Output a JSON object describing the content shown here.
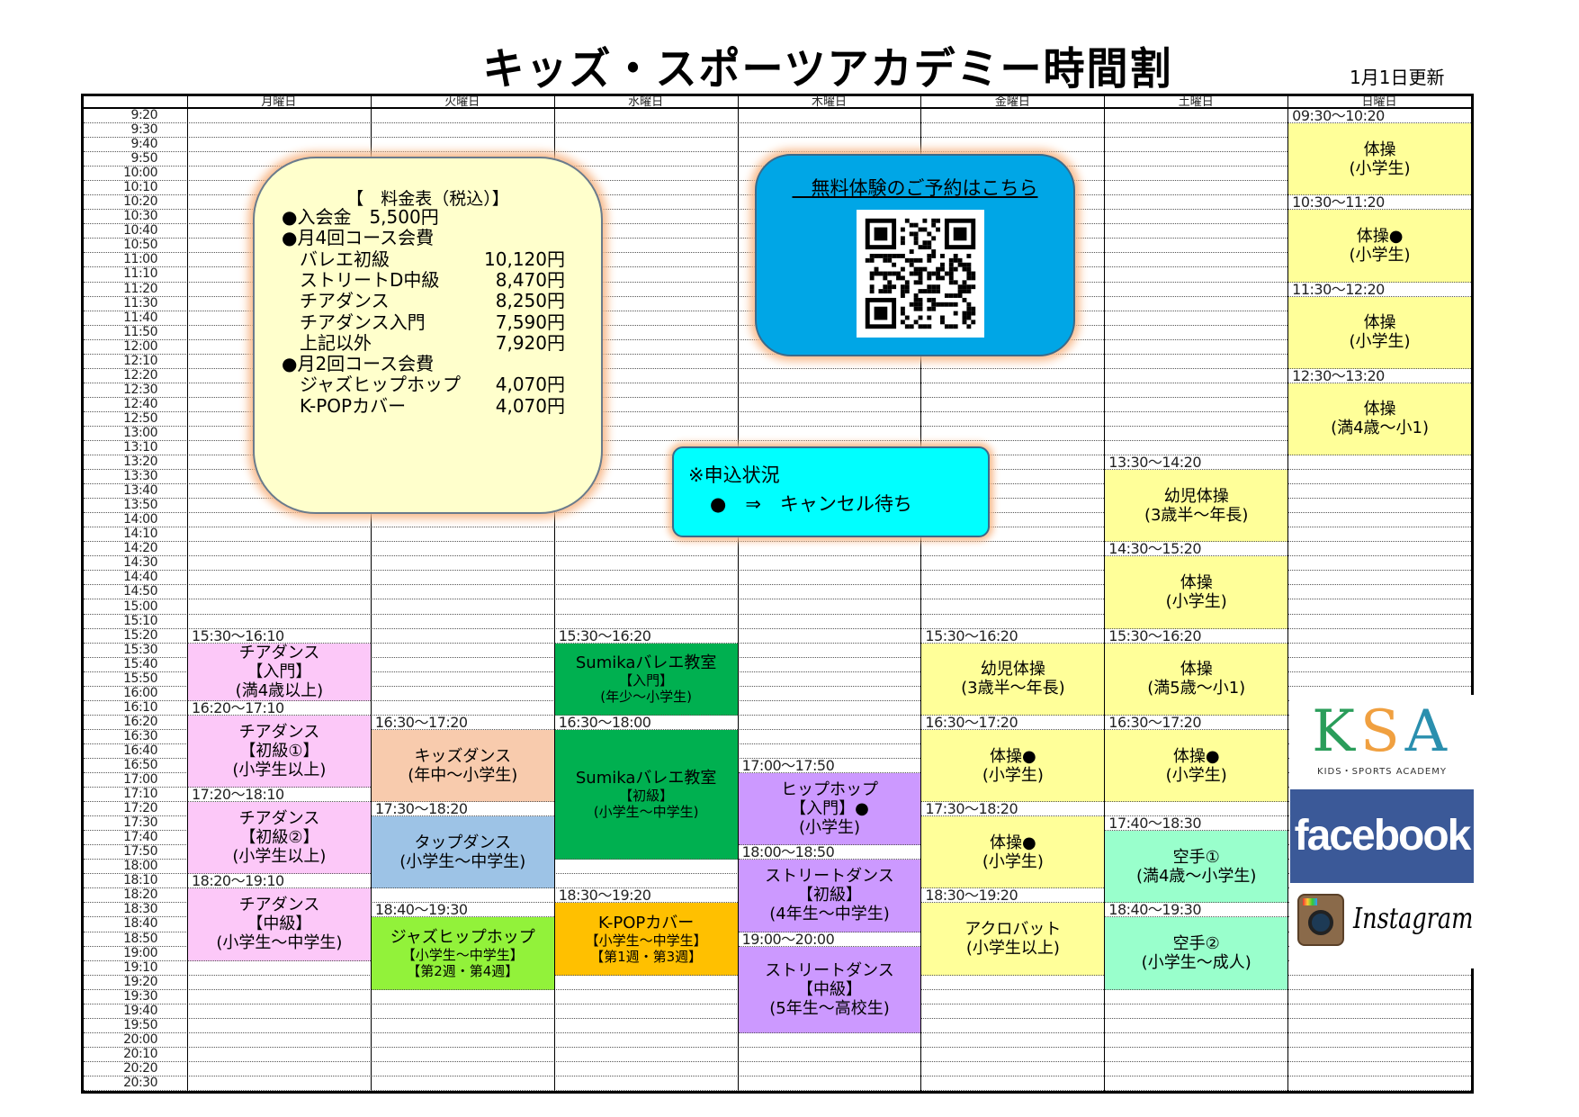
{
  "title": "キッズ・スポーツアカデミー時間割",
  "updated": "1月1日更新",
  "days": [
    "月曜日",
    "火曜日",
    "水曜日",
    "木曜日",
    "金曜日",
    "土曜日",
    "日曜日"
  ],
  "times": [
    "9:20",
    "9:30",
    "9:40",
    "9:50",
    "10:00",
    "10:10",
    "10:20",
    "10:30",
    "10:40",
    "10:50",
    "11:00",
    "11:10",
    "11:20",
    "11:30",
    "11:40",
    "11:50",
    "12:00",
    "12:10",
    "12:20",
    "12:30",
    "12:40",
    "12:50",
    "13:00",
    "13:10",
    "13:20",
    "13:30",
    "13:40",
    "13:50",
    "14:00",
    "14:10",
    "14:20",
    "14:30",
    "14:40",
    "14:50",
    "15:00",
    "15:10",
    "15:20",
    "15:30",
    "15:40",
    "15:50",
    "16:00",
    "16:10",
    "16:20",
    "16:30",
    "16:40",
    "16:50",
    "17:00",
    "17:10",
    "17:20",
    "17:30",
    "17:40",
    "17:50",
    "18:00",
    "18:10",
    "18:20",
    "18:30",
    "18:40",
    "18:50",
    "19:00",
    "19:10",
    "19:20",
    "19:30",
    "19:40",
    "19:50",
    "20:00",
    "20:10",
    "20:20",
    "20:30"
  ],
  "colors": {
    "pink": "#fcc8f8",
    "salmon": "#f8cbad",
    "blue": "#9dc3e6",
    "lime": "#92f23a",
    "green": "#00b050",
    "orange": "#ffc000",
    "purple": "#cc99ff",
    "yellow": "#ffff99",
    "mint": "#99ffcc"
  },
  "events": [
    {
      "day": 0,
      "start": "15:30",
      "end": "16:10",
      "time": "15:30～16:10",
      "lines": [
        "チアダンス",
        "【入門】",
        "(満4歳以上)"
      ],
      "color": "pink"
    },
    {
      "day": 0,
      "start": "16:20",
      "end": "17:10",
      "time": "16:20～17:10",
      "lines": [
        "チアダンス",
        "【初級①】",
        "(小学生以上)"
      ],
      "color": "pink"
    },
    {
      "day": 0,
      "start": "17:20",
      "end": "18:10",
      "time": "17:20～18:10",
      "lines": [
        "チアダンス",
        "【初級②】",
        "(小学生以上)"
      ],
      "color": "pink"
    },
    {
      "day": 0,
      "start": "18:20",
      "end": "19:10",
      "time": "18:20～19:10",
      "lines": [
        "チアダンス",
        "【中級】",
        "(小学生～中学生)"
      ],
      "color": "pink"
    },
    {
      "day": 1,
      "start": "16:30",
      "end": "17:20",
      "time": "16:30～17:20",
      "lines": [
        "キッズダンス",
        "(年中～小学生)"
      ],
      "color": "salmon"
    },
    {
      "day": 1,
      "start": "17:30",
      "end": "18:20",
      "time": "17:30～18:20",
      "lines": [
        "タップダンス",
        "(小学生～中学生)"
      ],
      "color": "blue"
    },
    {
      "day": 1,
      "start": "18:40",
      "end": "19:30",
      "time": "18:40～19:30",
      "lines": [
        "ジャズヒップホップ",
        "【小学生～中学生】",
        "【第2週・第4週】"
      ],
      "color": "lime"
    },
    {
      "day": 2,
      "start": "15:30",
      "end": "16:20",
      "time": "15:30～16:20",
      "lines": [
        "Sumikaバレエ教室",
        "【入門】",
        "(年少～小学生)"
      ],
      "color": "green"
    },
    {
      "day": 2,
      "start": "16:30",
      "end": "18:00",
      "time": "16:30～18:00",
      "lines": [
        "Sumikaバレエ教室",
        "【初級】",
        "(小学生～中学生)"
      ],
      "color": "green"
    },
    {
      "day": 2,
      "start": "18:30",
      "end": "19:20",
      "time": "18:30～19:20",
      "lines": [
        "K-POPカバー",
        "【小学生～中学生】",
        "【第1週・第3週】"
      ],
      "color": "orange"
    },
    {
      "day": 3,
      "start": "17:00",
      "end": "17:50",
      "time": "17:00～17:50",
      "lines": [
        "ヒップホップ",
        "【入門】●",
        "(小学生)"
      ],
      "color": "purple"
    },
    {
      "day": 3,
      "start": "18:00",
      "end": "18:50",
      "time": "18:00～18:50",
      "lines": [
        "ストリートダンス",
        "【初級】",
        "(4年生～中学生)"
      ],
      "color": "purple"
    },
    {
      "day": 3,
      "start": "19:00",
      "end": "20:00",
      "time": "19:00～20:00",
      "lines": [
        "ストリートダンス",
        "【中級】",
        "(5年生～高校生)"
      ],
      "color": "purple"
    },
    {
      "day": 4,
      "start": "15:30",
      "end": "16:20",
      "time": "15:30～16:20",
      "lines": [
        "幼児体操",
        "(3歳半～年長)"
      ],
      "color": "yellow"
    },
    {
      "day": 4,
      "start": "16:30",
      "end": "17:20",
      "time": "16:30～17:20",
      "lines": [
        "体操●",
        "(小学生)"
      ],
      "color": "yellow"
    },
    {
      "day": 4,
      "start": "17:30",
      "end": "18:20",
      "time": "17:30～18:20",
      "lines": [
        "体操●",
        "(小学生)"
      ],
      "color": "yellow"
    },
    {
      "day": 4,
      "start": "18:30",
      "end": "19:20",
      "time": "18:30～19:20",
      "lines": [
        "アクロバット",
        "(小学生以上)"
      ],
      "color": "yellow"
    },
    {
      "day": 5,
      "start": "13:30",
      "end": "14:20",
      "time": "13:30～14:20",
      "lines": [
        "幼児体操",
        "(3歳半～年長)"
      ],
      "color": "yellow"
    },
    {
      "day": 5,
      "start": "14:30",
      "end": "15:20",
      "time": "14:30～15:20",
      "lines": [
        "体操",
        "(小学生)"
      ],
      "color": "yellow"
    },
    {
      "day": 5,
      "start": "15:30",
      "end": "16:20",
      "time": "15:30～16:20",
      "lines": [
        "体操",
        "(満5歳～小1)"
      ],
      "color": "yellow"
    },
    {
      "day": 5,
      "start": "16:30",
      "end": "17:20",
      "time": "16:30～17:20",
      "lines": [
        "体操●",
        "(小学生)"
      ],
      "color": "yellow"
    },
    {
      "day": 5,
      "start": "17:40",
      "end": "18:30",
      "time": "17:40～18:30",
      "lines": [
        "空手①",
        "(満4歳～小学生)"
      ],
      "color": "mint"
    },
    {
      "day": 5,
      "start": "18:40",
      "end": "19:30",
      "time": "18:40～19:30",
      "lines": [
        "空手②",
        "(小学生～成人)"
      ],
      "color": "mint"
    },
    {
      "day": 6,
      "start": "09:30",
      "end": "10:20",
      "time": "09:30～10:20",
      "lines": [
        "体操",
        "(小学生)"
      ],
      "color": "yellow"
    },
    {
      "day": 6,
      "start": "10:30",
      "end": "11:20",
      "time": "10:30～11:20",
      "lines": [
        "体操●",
        "(小学生)"
      ],
      "color": "yellow"
    },
    {
      "day": 6,
      "start": "11:30",
      "end": "12:20",
      "time": "11:30～12:20",
      "lines": [
        "体操",
        "(小学生)"
      ],
      "color": "yellow"
    },
    {
      "day": 6,
      "start": "12:30",
      "end": "13:20",
      "time": "12:30～13:20",
      "lines": [
        "体操",
        "(満4歳～小1)"
      ],
      "color": "yellow"
    }
  ],
  "price": {
    "title": "【　料金表（税込）】",
    "items": [
      {
        "label": "●入会金　5,500円",
        "value": ""
      },
      {
        "label": "●月4回コース会費",
        "value": ""
      },
      {
        "label": "　バレエ初級",
        "value": "10,120円"
      },
      {
        "label": "　ストリートD中級",
        "value": "8,470円"
      },
      {
        "label": "　チアダンス",
        "value": "8,250円"
      },
      {
        "label": "　チアダンス入門",
        "value": "7,590円"
      },
      {
        "label": "　上記以外",
        "value": "7,920円"
      },
      {
        "label": "●月2回コース会費",
        "value": ""
      },
      {
        "label": "　ジャズヒップホップ",
        "value": "4,070円"
      },
      {
        "label": "　K-POPカバー",
        "value": "4,070円"
      }
    ]
  },
  "trial": {
    "title": "　無料体験のご予約はこちら"
  },
  "status": {
    "heading": "※申込状況",
    "legend": "●　⇒　キャンセル待ち"
  },
  "logos": {
    "ksa": "KSA",
    "ksa_sub": "KIDS・SPORTS ACADEMY",
    "facebook": "facebook",
    "instagram": "Instagram"
  }
}
